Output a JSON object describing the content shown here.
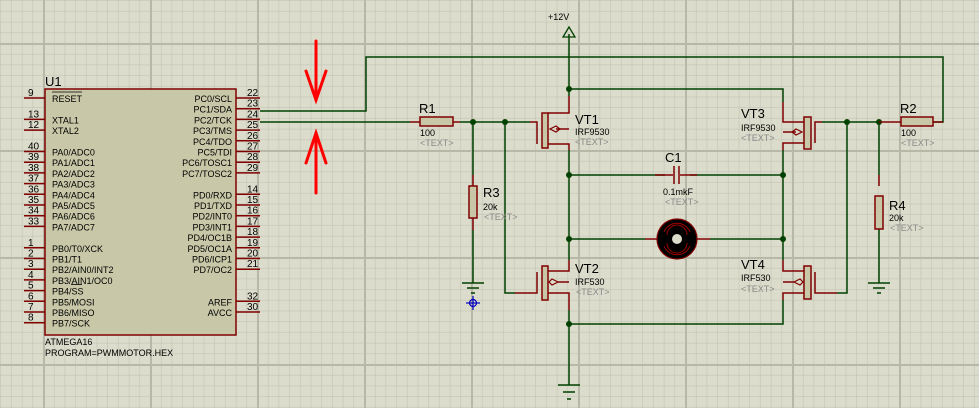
{
  "app": "ISIS schematic editor",
  "colors": {
    "background": "#dcdccc",
    "grid_minor": "#c4c4b4",
    "grid_major": "#b8b8a8",
    "wire": "#004000",
    "pin": "#800000",
    "body_fill": "#c8c8a8",
    "body_stroke": "#800000",
    "junction": "#004000",
    "arrow": "#ff0000",
    "hidden_text": "#8a8a8a",
    "cursor": "#0000c0"
  },
  "microcontroller": {
    "ref": "U1",
    "part": "ATMEGA16",
    "program": "PROGRAM=PWMMOTOR.HEX",
    "left_pins": [
      {
        "num": "9",
        "name": "RESET",
        "overline": true
      },
      {
        "num": "13",
        "name": "XTAL1"
      },
      {
        "num": "12",
        "name": "XTAL2"
      },
      {
        "num": "40",
        "name": "PA0/ADC0"
      },
      {
        "num": "39",
        "name": "PA1/ADC1"
      },
      {
        "num": "38",
        "name": "PA2/ADC2"
      },
      {
        "num": "37",
        "name": "PA3/ADC3"
      },
      {
        "num": "36",
        "name": "PA4/ADC4"
      },
      {
        "num": "35",
        "name": "PA5/ADC5"
      },
      {
        "num": "34",
        "name": "PA6/ADC6"
      },
      {
        "num": "33",
        "name": "PA7/ADC7"
      },
      {
        "num": "1",
        "name": "PB0/T0/XCK"
      },
      {
        "num": "2",
        "name": "PB1/T1"
      },
      {
        "num": "3",
        "name": "PB2/AIN0/INT2"
      },
      {
        "num": "4",
        "name": "PB3/AIN1/OC0"
      },
      {
        "num": "5",
        "name": "PB4/SS"
      },
      {
        "num": "6",
        "name": "PB5/MOSI"
      },
      {
        "num": "7",
        "name": "PB6/MISO"
      },
      {
        "num": "8",
        "name": "PB7/SCK"
      }
    ],
    "right_pins": [
      {
        "num": "22",
        "name": "PC0/SCL"
      },
      {
        "num": "23",
        "name": "PC1/SDA"
      },
      {
        "num": "24",
        "name": "PC2/TCK"
      },
      {
        "num": "25",
        "name": "PC3/TMS"
      },
      {
        "num": "26",
        "name": "PC4/TDO"
      },
      {
        "num": "27",
        "name": "PC5/TDI"
      },
      {
        "num": "28",
        "name": "PC6/TOSC1"
      },
      {
        "num": "29",
        "name": "PC7/TOSC2"
      },
      {
        "num": "14",
        "name": "PD0/RXD"
      },
      {
        "num": "15",
        "name": "PD1/TXD"
      },
      {
        "num": "16",
        "name": "PD2/INT0"
      },
      {
        "num": "17",
        "name": "PD3/INT1"
      },
      {
        "num": "18",
        "name": "PD4/OC1B"
      },
      {
        "num": "19",
        "name": "PD5/OC1A"
      },
      {
        "num": "20",
        "name": "PD6/ICP1"
      },
      {
        "num": "21",
        "name": "PD7/OC2"
      },
      {
        "num": "32",
        "name": "AREF"
      },
      {
        "num": "30",
        "name": "AVCC"
      }
    ]
  },
  "power": {
    "label": "+12V"
  },
  "resistors": {
    "R1": {
      "ref": "R1",
      "value": "100",
      "text": "<TEXT>"
    },
    "R2": {
      "ref": "R2",
      "value": "100",
      "text": "<TEXT>"
    },
    "R3": {
      "ref": "R3",
      "value": "20k",
      "text": "<TEXT>"
    },
    "R4": {
      "ref": "R4",
      "value": "20k",
      "text": "<TEXT>"
    }
  },
  "capacitor": {
    "ref": "C1",
    "value": "0.1mkF",
    "text": "<TEXT>"
  },
  "transistors": {
    "VT1": {
      "ref": "VT1",
      "part": "IRF9530",
      "text": "<TEXT>"
    },
    "VT2": {
      "ref": "VT2",
      "part": "IRF530",
      "text": "<TEXT>"
    },
    "VT3": {
      "ref": "VT3",
      "part": "IRF9530",
      "text": "<TEXT>"
    },
    "VT4": {
      "ref": "VT4",
      "part": "IRF530",
      "text": "<TEXT>"
    }
  },
  "motor": {
    "icon": "dc-motor-icon"
  }
}
